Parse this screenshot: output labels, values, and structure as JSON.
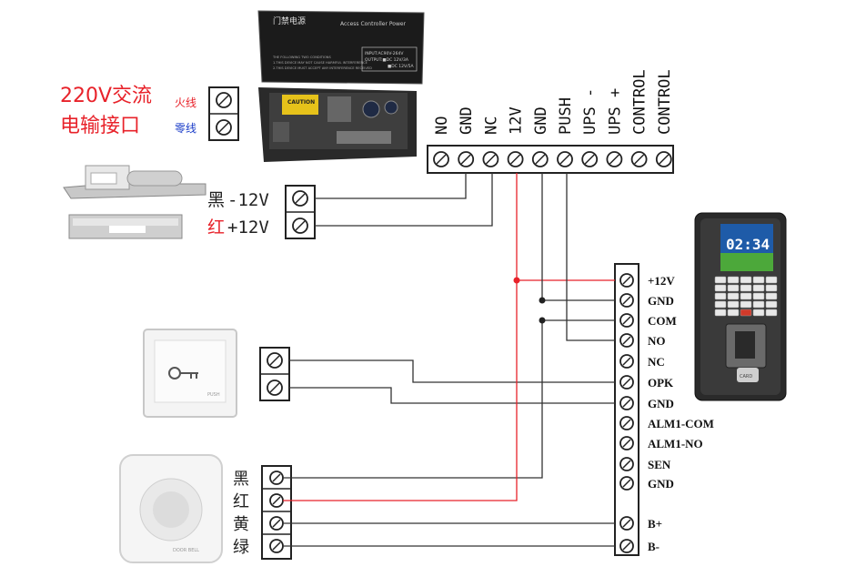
{
  "power_label": {
    "line1": "220V交流",
    "line2": "电输接口"
  },
  "power_input": {
    "live": "火线",
    "neutral": "零线"
  },
  "power_supply": {
    "title_cn": "门禁电源",
    "title_en": "Access Controller Power",
    "spec_input": "INPUT:AC90V-264V",
    "spec_output1": "OUTPUT:■DC 12V/3A",
    "spec_output2": "■DC 12V/5A",
    "caution": "CAUTION",
    "notes": [
      "THE FOLLOWING TWO CONDITIONS",
      "1.THIS DEVICE MAY NOT CAUSE HARMFUL INTERFERENCE",
      "2.THIS DEVICE MUST ACCEPT ANY INTERFERENCE RECEIVED"
    ]
  },
  "terminal_labels": [
    "NO",
    "GND",
    "NC",
    "12V",
    "GND",
    "PUSH",
    "UPS -",
    "UPS +",
    "CONTROL",
    "CONTROL"
  ],
  "lock_terminals": [
    {
      "color": "黑",
      "volt": "-12V"
    },
    {
      "color": "红",
      "volt": "+12V"
    }
  ],
  "controller_terminals": [
    "+12V",
    "GND",
    "COM",
    "NO",
    "NC",
    "OPK",
    "GND",
    "ALM1-COM",
    "ALM1-NO",
    "SEN",
    "GND",
    "B+",
    "B-"
  ],
  "doorbell_wires": [
    "黑",
    "红",
    "黄",
    "绿"
  ],
  "exit_button": {
    "text": "PUSH"
  },
  "doorbell": {
    "text": "DOOR BELL"
  },
  "device": {
    "time": "02:34",
    "card": "CARD"
  },
  "colors": {
    "wire": "#333333",
    "red_wire": "#e8222a",
    "label_red": "#e8222a",
    "label_blue": "#1a3cc8"
  }
}
